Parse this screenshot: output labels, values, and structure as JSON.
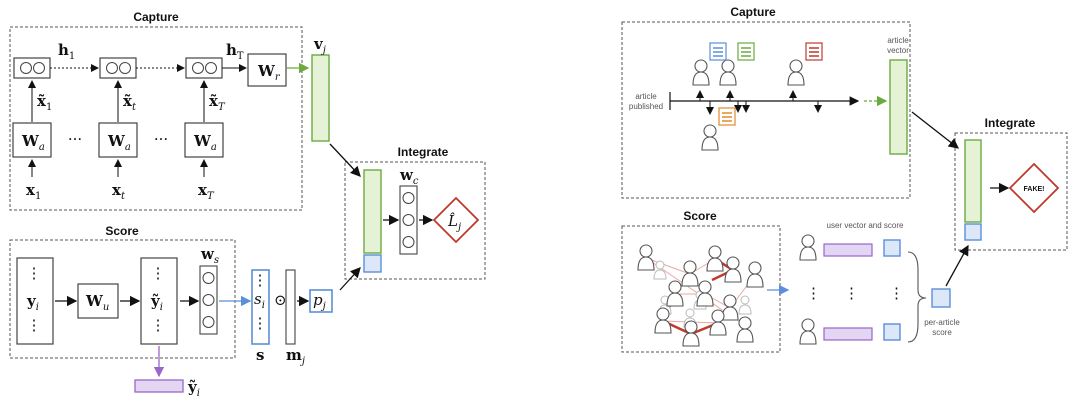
{
  "left": {
    "capture": {
      "title": "Capture",
      "h1": "h",
      "h1_sub": "1",
      "hT": "h",
      "hT_sub": "T",
      "wr": "W",
      "wr_sub": "r",
      "vj": "v",
      "vj_sub": "j",
      "wa": "W",
      "wa_sub": "a",
      "xt1": "x̃",
      "xt1_sub": "1",
      "xtt": "x̃",
      "xtt_sub": "t",
      "xtT": "x̃",
      "xtT_sub": "T",
      "x1": "x",
      "x1_sub": "1",
      "xt": "x",
      "xt_sub": "t",
      "xT": "x",
      "xT_sub": "T",
      "dots": "···"
    },
    "integrate": {
      "title": "Integrate",
      "wc": "w",
      "wc_sub": "c",
      "lj": "L̂",
      "lj_sub": "j"
    },
    "score": {
      "title": "Score",
      "yi": "y",
      "yi_sub": "i",
      "wu": "W",
      "wu_sub": "u",
      "yti": "ỹ",
      "yti_sub": "i",
      "ws": "w",
      "ws_sub": "s",
      "si": "s",
      "si_sub": "i",
      "odot": "⊙",
      "pj": "p",
      "pj_sub": "j",
      "s": "s",
      "mj": "m",
      "mj_sub": "j",
      "ytout": "ỹ",
      "ytout_sub": "i"
    }
  },
  "right": {
    "capture": {
      "title": "Capture",
      "article_published_1": "article",
      "article_published_2": "published",
      "article_vector_1": "article",
      "article_vector_2": "vector"
    },
    "integrate": {
      "title": "Integrate",
      "fake": "FAKE!"
    },
    "score": {
      "title": "Score",
      "user_vector": "user vector and score",
      "per_article_1": "per-article",
      "per_article_2": "score"
    }
  },
  "colors": {
    "green": "#6aaa3f",
    "green_fill": "#e6f2d5",
    "blue": "#5b8fd9",
    "blue_fill": "#dce8f8",
    "purple": "#9966cc",
    "purple_fill": "#e3d6f3",
    "red": "#c0392b",
    "dash": "#555555"
  }
}
